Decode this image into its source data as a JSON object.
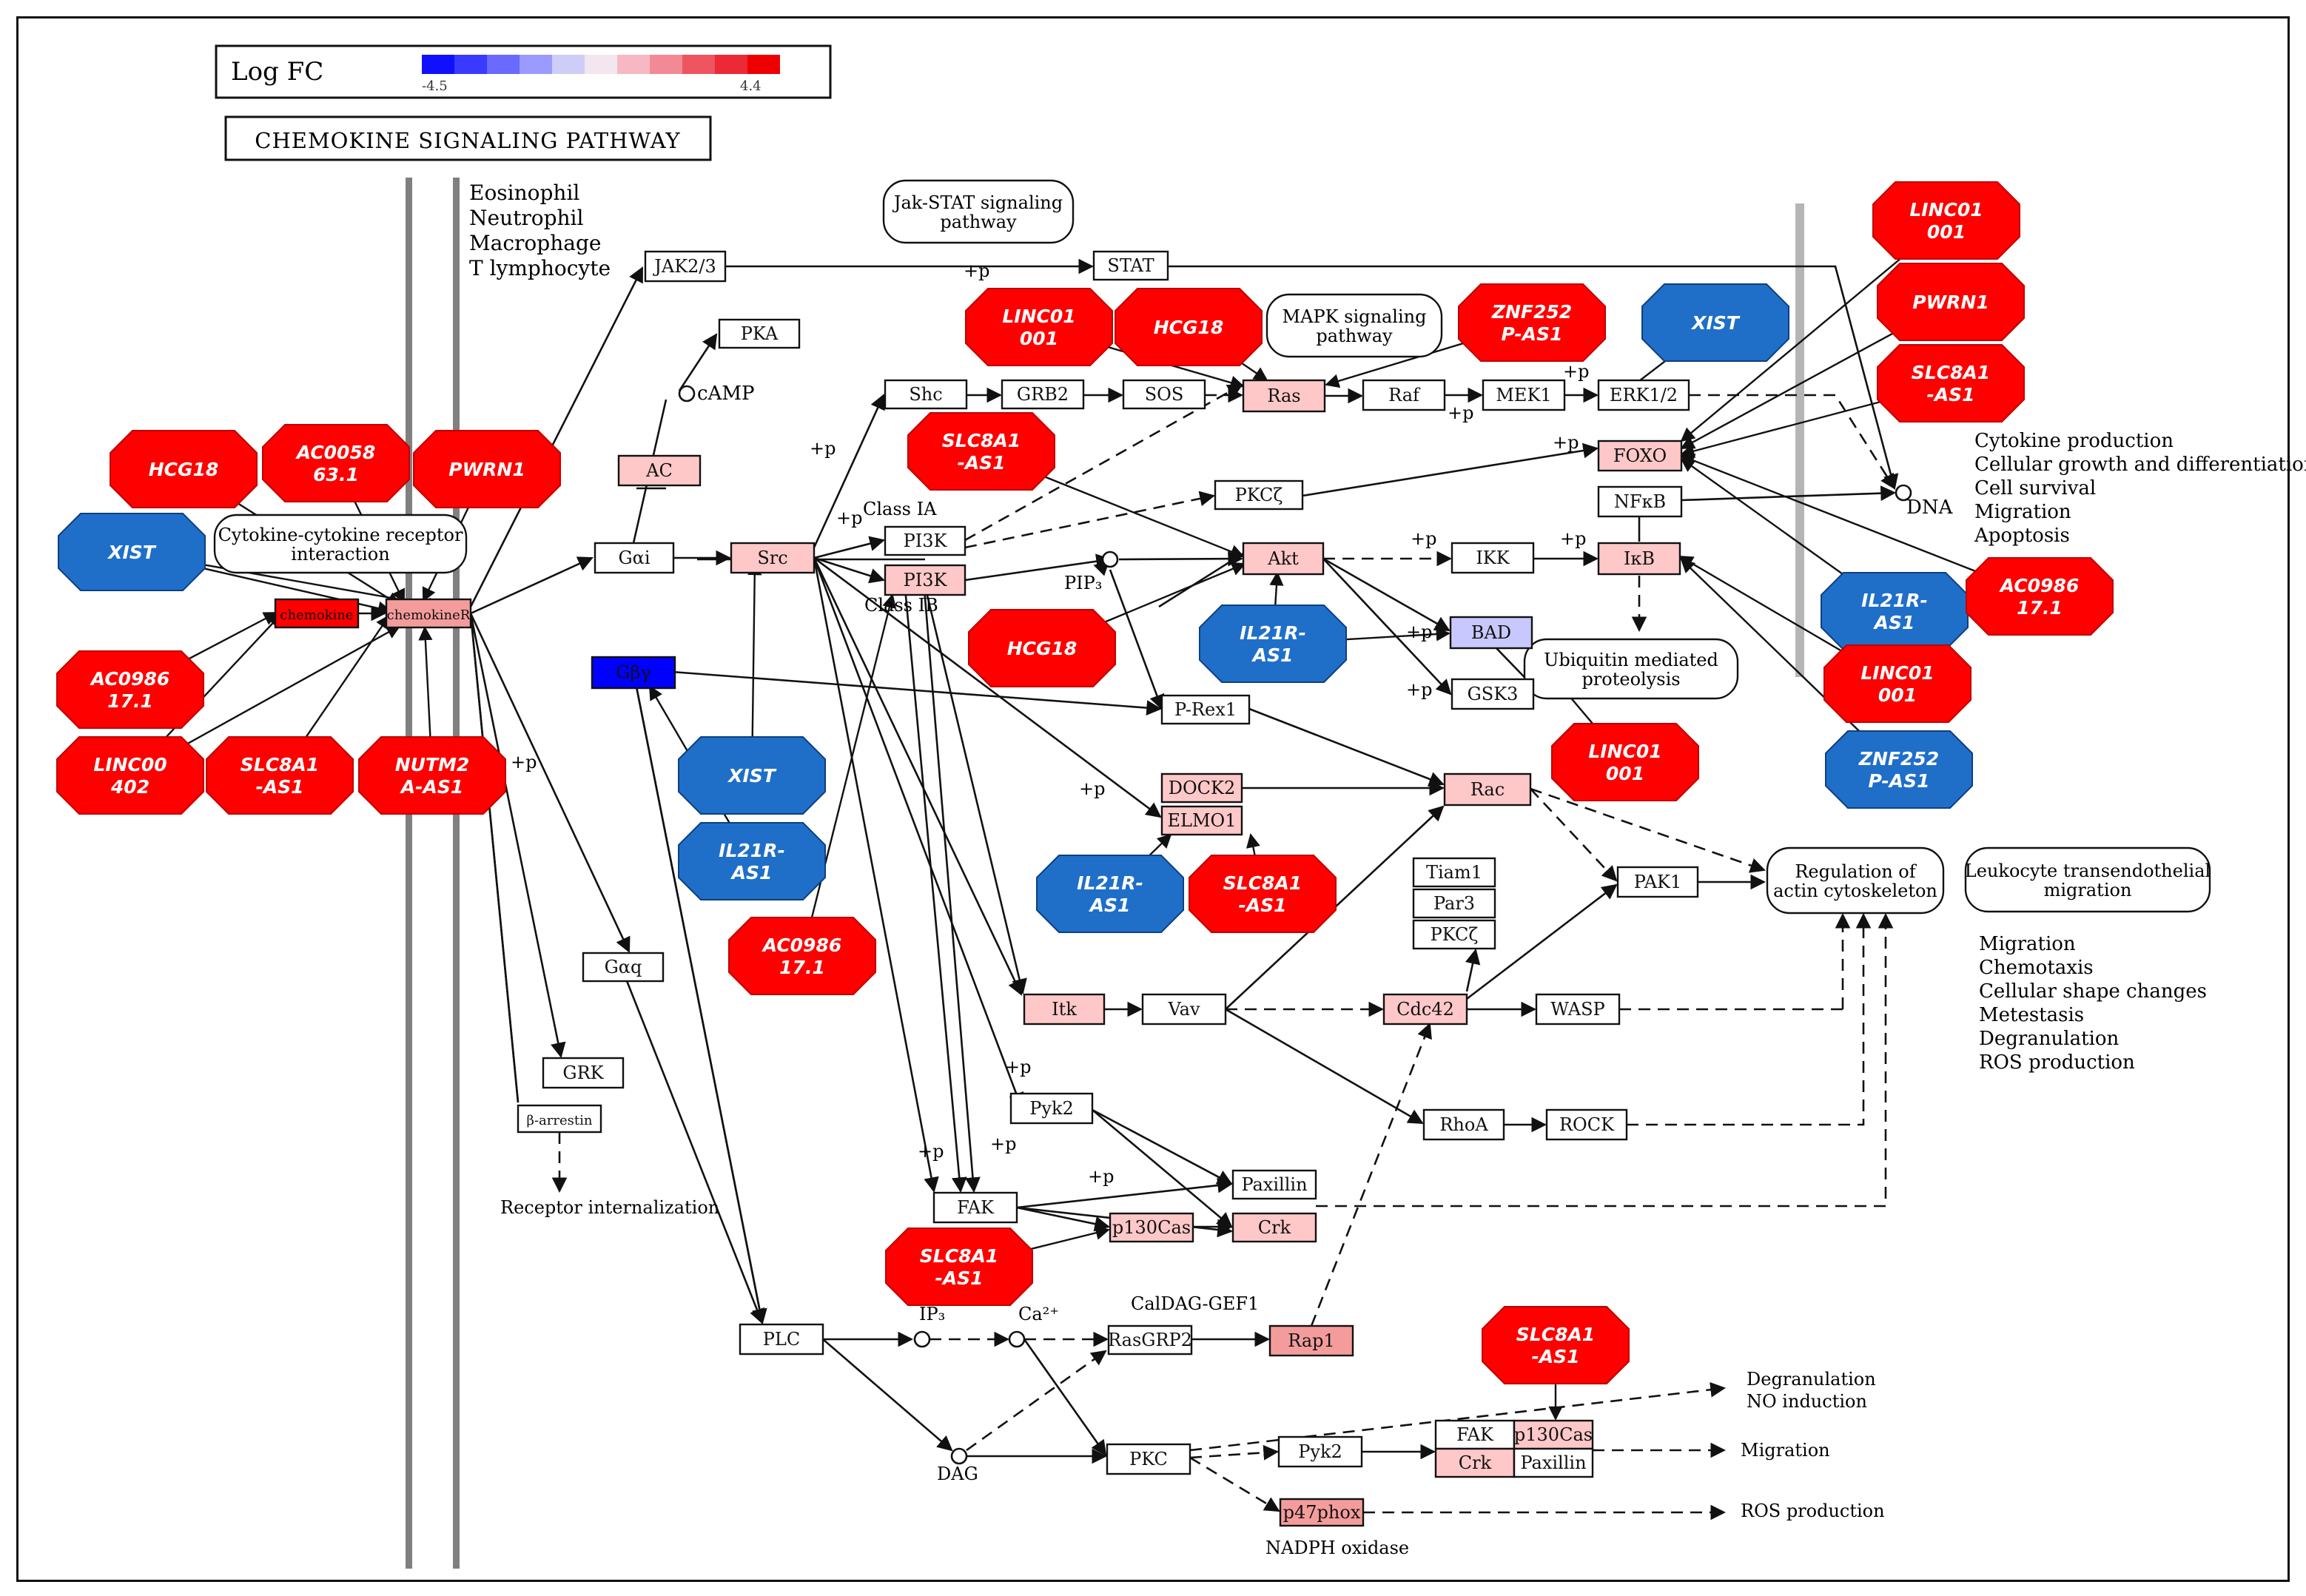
{
  "legend": {
    "title": "Log FC",
    "min_label": "-4.5",
    "max_label": "4.4",
    "colors": [
      "#1010ff",
      "#3a3aff",
      "#6a6aff",
      "#9a9aff",
      "#cdcdf8",
      "#f4e6ee",
      "#f7b8c4",
      "#f28a96",
      "#ee5560",
      "#eb2a35",
      "#ee0000"
    ]
  },
  "pathway_title": "CHEMOKINE SIGNALING PATHWAY",
  "colors": {
    "up_strong": "#ff0000",
    "up_light": "#ffc8c8",
    "up_mid": "#f49c9c",
    "down_strong": "#0000ff",
    "down_light": "#c8c8ff",
    "lnc_up": "#ff0000",
    "lnc_down": "#1f6fc9"
  },
  "genes": [
    {
      "id": "jak23",
      "label": "JAK2/3",
      "fill": "white"
    },
    {
      "id": "stat",
      "label": "STAT",
      "fill": "white"
    },
    {
      "id": "pka",
      "label": "PKA",
      "fill": "white"
    },
    {
      "id": "ac",
      "label": "AC",
      "fill": "light"
    },
    {
      "id": "shc",
      "label": "Shc",
      "fill": "white"
    },
    {
      "id": "grb2",
      "label": "GRB2",
      "fill": "white"
    },
    {
      "id": "sos",
      "label": "SOS",
      "fill": "white"
    },
    {
      "id": "ras",
      "label": "Ras",
      "fill": "light"
    },
    {
      "id": "raf",
      "label": "Raf",
      "fill": "white"
    },
    {
      "id": "mek1",
      "label": "MEK1",
      "fill": "white"
    },
    {
      "id": "erk12",
      "label": "ERK1/2",
      "fill": "white"
    },
    {
      "id": "foxo",
      "label": "FOXO",
      "fill": "light"
    },
    {
      "id": "pkcz",
      "label": "PKCζ",
      "fill": "white"
    },
    {
      "id": "nfkb",
      "label": "NFκB",
      "fill": "white"
    },
    {
      "id": "gai",
      "label": "Gαi",
      "fill": "white"
    },
    {
      "id": "src",
      "label": "Src",
      "fill": "light"
    },
    {
      "id": "pi3k1",
      "label": "PI3K",
      "fill": "white"
    },
    {
      "id": "pi3k2",
      "label": "PI3K",
      "fill": "light"
    },
    {
      "id": "akt",
      "label": "Akt",
      "fill": "light"
    },
    {
      "id": "ikk",
      "label": "IKK",
      "fill": "white"
    },
    {
      "id": "ikb",
      "label": "IκB",
      "fill": "light"
    },
    {
      "id": "bad",
      "label": "BAD",
      "fill": "downlight"
    },
    {
      "id": "gsk3",
      "label": "GSK3",
      "fill": "white"
    },
    {
      "id": "gby",
      "label": "Gβγ",
      "fill": "down"
    },
    {
      "id": "prex1",
      "label": "P-Rex1",
      "fill": "white"
    },
    {
      "id": "dock2",
      "label": "DOCK2",
      "fill": "light"
    },
    {
      "id": "elmo1",
      "label": "ELMO1",
      "fill": "light"
    },
    {
      "id": "rac",
      "label": "Rac",
      "fill": "light"
    },
    {
      "id": "tiam1",
      "label": "Tiam1",
      "fill": "white"
    },
    {
      "id": "par3",
      "label": "Par3",
      "fill": "white"
    },
    {
      "id": "pkcz2",
      "label": "PKCζ",
      "fill": "white"
    },
    {
      "id": "pak1",
      "label": "PAK1",
      "fill": "white"
    },
    {
      "id": "gaq",
      "label": "Gαq",
      "fill": "white"
    },
    {
      "id": "itk",
      "label": "Itk",
      "fill": "light"
    },
    {
      "id": "vav",
      "label": "Vav",
      "fill": "white"
    },
    {
      "id": "cdc42",
      "label": "Cdc42",
      "fill": "light"
    },
    {
      "id": "wasp",
      "label": "WASP",
      "fill": "white"
    },
    {
      "id": "grk",
      "label": "GRK",
      "fill": "white"
    },
    {
      "id": "barr",
      "label": "β-arrestin",
      "fill": "white"
    },
    {
      "id": "pyk2a",
      "label": "Pyk2",
      "fill": "white"
    },
    {
      "id": "rhoa",
      "label": "RhoA",
      "fill": "white"
    },
    {
      "id": "rock",
      "label": "ROCK",
      "fill": "white"
    },
    {
      "id": "paxillin",
      "label": "Paxillin",
      "fill": "white"
    },
    {
      "id": "fak",
      "label": "FAK",
      "fill": "white"
    },
    {
      "id": "p130cas",
      "label": "p130Cas",
      "fill": "light"
    },
    {
      "id": "crk",
      "label": "Crk",
      "fill": "light"
    },
    {
      "id": "plc",
      "label": "PLC",
      "fill": "white"
    },
    {
      "id": "rasgrp2",
      "label": "RasGRP2",
      "fill": "white"
    },
    {
      "id": "rap1",
      "label": "Rap1",
      "fill": "mid"
    },
    {
      "id": "pkc",
      "label": "PKC",
      "fill": "white"
    },
    {
      "id": "pyk2b",
      "label": "Pyk2",
      "fill": "white"
    },
    {
      "id": "fak2",
      "label": "FAK",
      "fill": "white"
    },
    {
      "id": "p130cas2",
      "label": "p130Cas",
      "fill": "light"
    },
    {
      "id": "crk2",
      "label": "Crk",
      "fill": "light"
    },
    {
      "id": "paxillin2",
      "label": "Paxillin",
      "fill": "white"
    },
    {
      "id": "p47phox",
      "label": "p47phox",
      "fill": "mid"
    },
    {
      "id": "chemokine",
      "label": "chemokine",
      "fill": "strong"
    },
    {
      "id": "chemokineR",
      "label": "chemokineR",
      "fill": "mid"
    }
  ],
  "rounded_notes": [
    {
      "id": "jakstat",
      "lines": [
        "Jak-STAT signaling",
        "pathway"
      ]
    },
    {
      "id": "mapk",
      "lines": [
        "MAPK signaling",
        "pathway"
      ]
    },
    {
      "id": "ccr",
      "lines": [
        "Cytokine-cytokine receptor",
        "interaction"
      ]
    },
    {
      "id": "ubiq",
      "lines": [
        "Ubiquitin mediated",
        "proteolysis"
      ]
    },
    {
      "id": "regact",
      "lines": [
        "Regulation of",
        "actin cytoskeleton"
      ]
    },
    {
      "id": "leuko",
      "lines": [
        "Leukocyte transendothelial",
        "migration"
      ]
    }
  ],
  "texts": [
    {
      "id": "cells",
      "lines": [
        "Eosinophil",
        "Neutrophil",
        "Macrophage",
        "T lymphocyte"
      ]
    },
    {
      "id": "camp",
      "lines": [
        "cAMP"
      ]
    },
    {
      "id": "pip3",
      "lines": [
        "PIP₃"
      ]
    },
    {
      "id": "classIA",
      "lines": [
        "Class IA"
      ]
    },
    {
      "id": "classIB",
      "lines": [
        "Class IB"
      ]
    },
    {
      "id": "dna",
      "lines": [
        "DNA"
      ]
    },
    {
      "id": "outcomes1",
      "lines": [
        "Cytokine production",
        "Cellular growth and differentiation",
        "Cell survival",
        "Migration",
        "Apoptosis"
      ]
    },
    {
      "id": "outcomes2",
      "lines": [
        "Migration",
        "Chemotaxis",
        "Cellular shape changes",
        "Metestasis",
        "Degranulation",
        "ROS production"
      ]
    },
    {
      "id": "recint",
      "lines": [
        "Receptor internalization"
      ]
    },
    {
      "id": "ip3",
      "lines": [
        "IP₃"
      ]
    },
    {
      "id": "ca",
      "lines": [
        "Ca²⁺"
      ]
    },
    {
      "id": "caldag",
      "lines": [
        "CalDAG-GEF1"
      ]
    },
    {
      "id": "dag",
      "lines": [
        "DAG"
      ]
    },
    {
      "id": "degran",
      "lines": [
        "Degranulation",
        "NO induction"
      ]
    },
    {
      "id": "migr",
      "lines": [
        "Migration"
      ]
    },
    {
      "id": "ros",
      "lines": [
        "ROS production"
      ]
    },
    {
      "id": "nadph",
      "lines": [
        "NADPH oxidase"
      ]
    }
  ],
  "plus_p_label": "+p",
  "lncrnas": [
    {
      "id": "l1",
      "lines": [
        "HCG18"
      ],
      "dir": "up"
    },
    {
      "id": "l2",
      "lines": [
        "AC0058",
        "63.1"
      ],
      "dir": "up"
    },
    {
      "id": "l3",
      "lines": [
        "PWRN1"
      ],
      "dir": "up"
    },
    {
      "id": "l4",
      "lines": [
        "XIST"
      ],
      "dir": "down"
    },
    {
      "id": "l5",
      "lines": [
        "AC0986",
        "17.1"
      ],
      "dir": "up"
    },
    {
      "id": "l6",
      "lines": [
        "LINC00",
        "402"
      ],
      "dir": "up"
    },
    {
      "id": "l7",
      "lines": [
        "SLC8A1",
        "-AS1"
      ],
      "dir": "up"
    },
    {
      "id": "l8",
      "lines": [
        "NUTM2",
        "A-AS1"
      ],
      "dir": "up"
    },
    {
      "id": "l9",
      "lines": [
        "LINC01",
        "001"
      ],
      "dir": "up"
    },
    {
      "id": "l10",
      "lines": [
        "HCG18"
      ],
      "dir": "up"
    },
    {
      "id": "l11",
      "lines": [
        "ZNF252",
        "P-AS1"
      ],
      "dir": "up"
    },
    {
      "id": "l12",
      "lines": [
        "XIST"
      ],
      "dir": "down"
    },
    {
      "id": "l13",
      "lines": [
        "LINC01",
        "001"
      ],
      "dir": "up"
    },
    {
      "id": "l14",
      "lines": [
        "PWRN1"
      ],
      "dir": "up"
    },
    {
      "id": "l15",
      "lines": [
        "SLC8A1",
        "-AS1"
      ],
      "dir": "up"
    },
    {
      "id": "l16",
      "lines": [
        "SLC8A1",
        "-AS1"
      ],
      "dir": "up"
    },
    {
      "id": "l17",
      "lines": [
        "HCG18"
      ],
      "dir": "up"
    },
    {
      "id": "l18",
      "lines": [
        "IL21R-",
        "AS1"
      ],
      "dir": "down"
    },
    {
      "id": "l19",
      "lines": [
        "IL21R-",
        "AS1"
      ],
      "dir": "down"
    },
    {
      "id": "l20",
      "lines": [
        "AC0986",
        "17.1"
      ],
      "dir": "up"
    },
    {
      "id": "l21",
      "lines": [
        "LINC01",
        "001"
      ],
      "dir": "up"
    },
    {
      "id": "l22",
      "lines": [
        "LINC01",
        "001"
      ],
      "dir": "up"
    },
    {
      "id": "l23",
      "lines": [
        "ZNF252",
        "P-AS1"
      ],
      "dir": "down"
    },
    {
      "id": "l24",
      "lines": [
        "XIST"
      ],
      "dir": "down"
    },
    {
      "id": "l25",
      "lines": [
        "IL21R-",
        "AS1"
      ],
      "dir": "down"
    },
    {
      "id": "l26",
      "lines": [
        "IL21R-",
        "AS1"
      ],
      "dir": "down"
    },
    {
      "id": "l27",
      "lines": [
        "SLC8A1",
        "-AS1"
      ],
      "dir": "up"
    },
    {
      "id": "l28",
      "lines": [
        "AC0986",
        "17.1"
      ],
      "dir": "up"
    },
    {
      "id": "l29",
      "lines": [
        "SLC8A1",
        "-AS1"
      ],
      "dir": "up"
    },
    {
      "id": "l30",
      "lines": [
        "SLC8A1",
        "-AS1"
      ],
      "dir": "up"
    }
  ]
}
